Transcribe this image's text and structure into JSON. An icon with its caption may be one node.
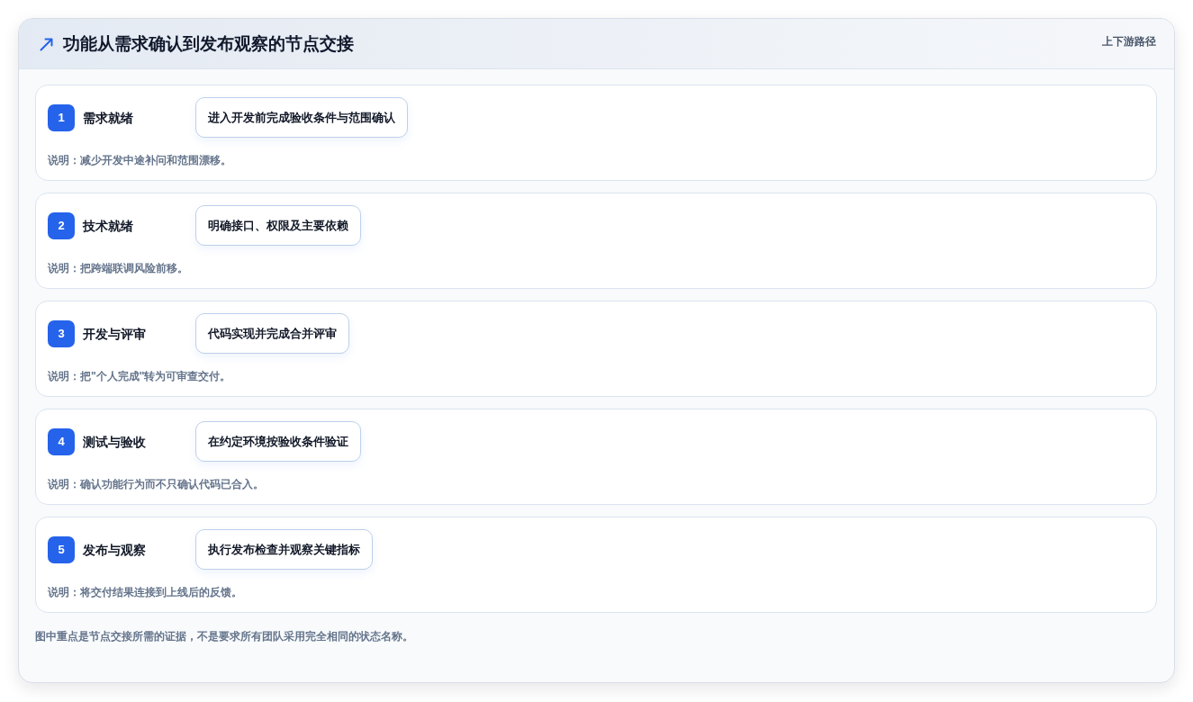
{
  "diagram": {
    "title": "功能从需求确认到发布观察的节点交接",
    "caption": "图中重点是节点交接所需的证据，不是要求所有团队采用完全相同的状态名称。",
    "nodes": [
      {
        "text": [
          "需求就绪",
          "说明：减少开发中途补问和范围漂移。"
        ]
      },
      {
        "text": [
          "1"
        ],
        "in": 0
      },
      {
        "text": [
          "进入开发前完成验收条件与范围确认"
        ],
        "in": 0
      },
      {
        "text": [
          "技术就绪",
          "说明：把跨端联调风险前移。"
        ]
      },
      {
        "text": [
          "2"
        ],
        "in": 3
      },
      {
        "text": [
          "明确接口、权限及主要依赖"
        ],
        "in": 3
      },
      {
        "text": [
          "开发与评审",
          "说明：把\"个人完成\"转为可审查交付。"
        ]
      },
      {
        "text": [
          "3"
        ],
        "in": 6
      },
      {
        "text": [
          "代码实现并完成合并评审"
        ],
        "in": 6
      },
      {
        "text": [
          "测试与验收",
          "说明：确认功能行为而不只确认代码已合入。"
        ]
      },
      {
        "text": [
          "4"
        ],
        "in": 9
      },
      {
        "text": [
          "在约定环境按验收条件验证"
        ],
        "in": 9
      },
      {
        "text": [
          "发布与观察",
          "说明：将交付结果连接到上线后的反馈。"
        ]
      },
      {
        "text": [
          "5"
        ],
        "in": 12
      },
      {
        "text": [
          "执行发布检查并观察关键指标"
        ],
        "in": 12
      }
    ],
    "labels": [
      "上下游路径"
    ]
  }
}
